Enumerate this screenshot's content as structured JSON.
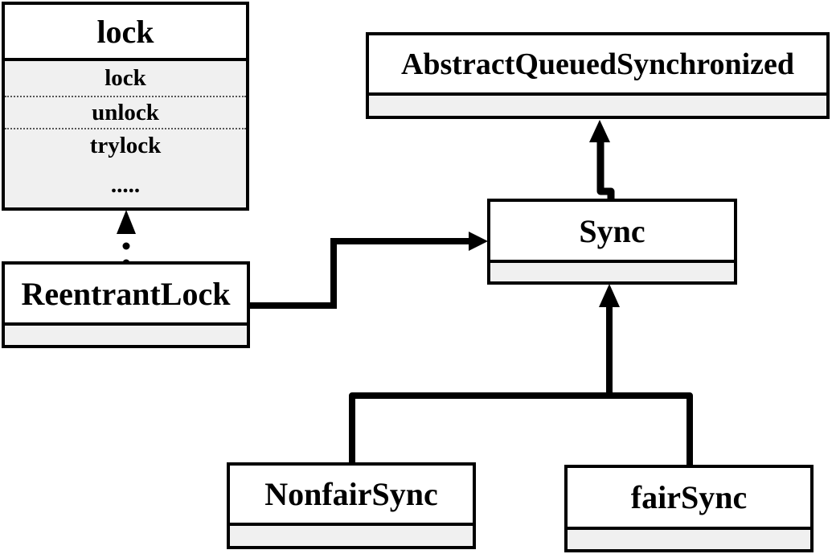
{
  "diagram": {
    "kind": "uml-class-diagram",
    "classes": [
      {
        "id": "lock",
        "title": "lock",
        "methods": [
          "lock",
          "unlock",
          "trylock",
          "....."
        ]
      },
      {
        "id": "abstract-queued-synchronized",
        "title": "AbstractQueuedSynchronized",
        "methods": []
      },
      {
        "id": "sync",
        "title": "Sync",
        "methods": []
      },
      {
        "id": "reentrant-lock",
        "title": "ReentrantLock",
        "methods": []
      },
      {
        "id": "nonfair-sync",
        "title": "NonfairSync",
        "methods": []
      },
      {
        "id": "fair-sync",
        "title": "fairSync",
        "methods": []
      }
    ],
    "relations": [
      {
        "from": "ReentrantLock",
        "to": "lock",
        "type": "dotted-arrow"
      },
      {
        "from": "ReentrantLock",
        "to": "Sync",
        "type": "solid-elbow-arrow"
      },
      {
        "from": "Sync",
        "to": "AbstractQueuedSynchronized",
        "type": "solid-arrow"
      },
      {
        "from": "NonfairSync",
        "to": "Sync",
        "type": "solid-arrow"
      },
      {
        "from": "fairSync",
        "to": "Sync",
        "type": "solid-arrow"
      }
    ]
  },
  "colors": {
    "line": "#000000",
    "box_border": "#000000",
    "title_fill": "#ffffff",
    "compartment_fill": "#f0f0f0",
    "dotted_separator": "#555555",
    "background": "#ffffff"
  }
}
